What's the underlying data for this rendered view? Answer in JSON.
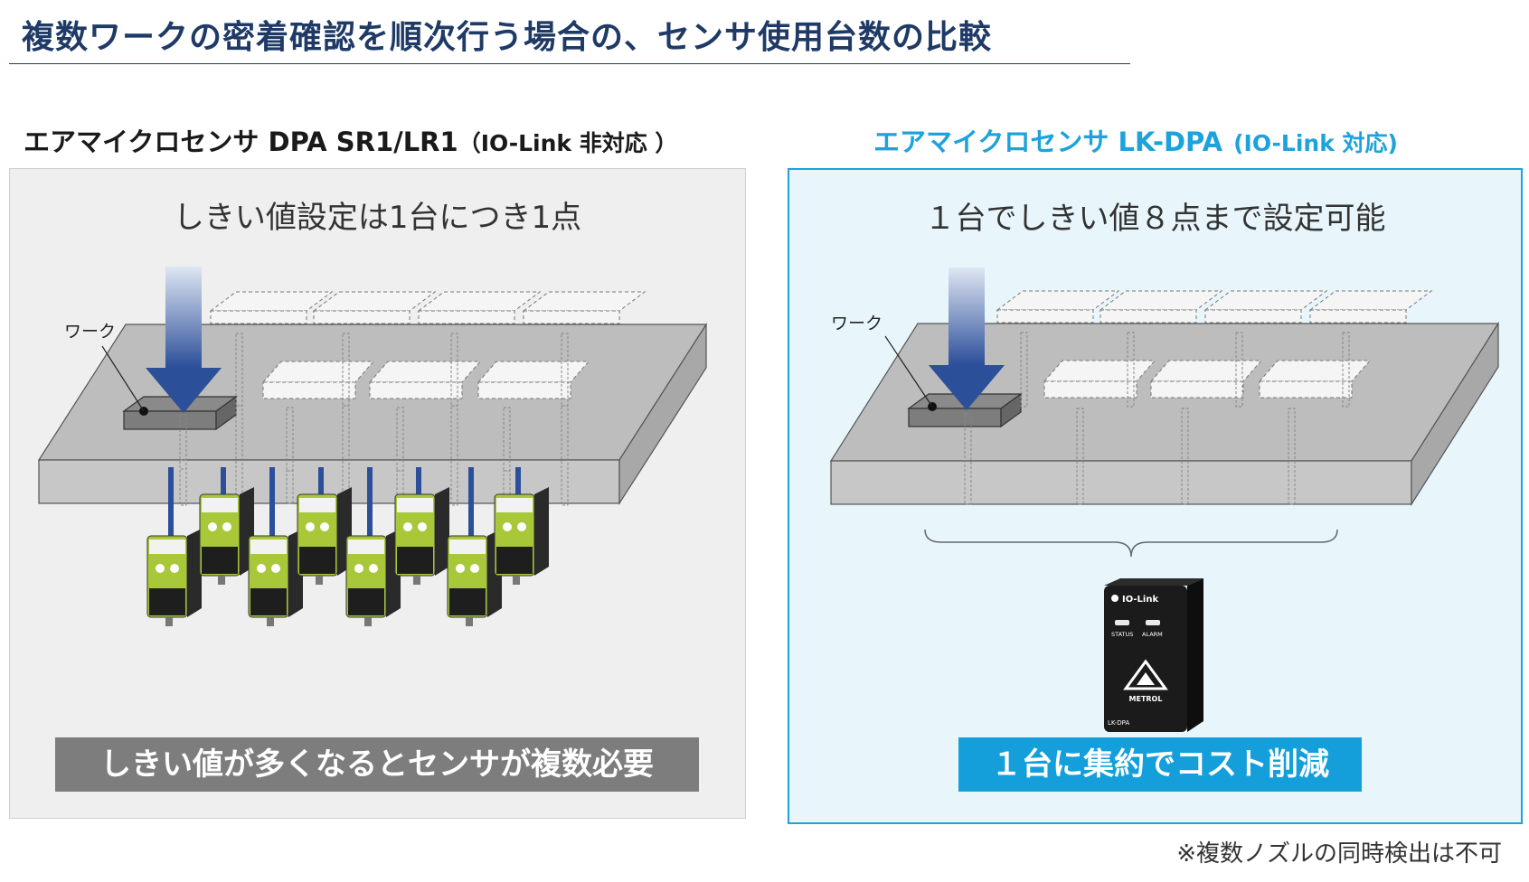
{
  "title": "複数ワークの密着確認を順次行う場合の、センサ使用台数の比較",
  "left": {
    "heading": "エアマイクロセンサ DPA SR1/LR1",
    "heading_sub": "（IO-Link 非対応 ）",
    "tagline": "しきい値設定は1台につき1点",
    "work_label": "ワーク",
    "banner": "しきい値が多くなるとセンサが複数必要",
    "sensor_count": 8
  },
  "right": {
    "heading": "エアマイクロセンサ LK-DPA",
    "heading_sub": "(IO-Link 対応)",
    "tagline": "１台でしきい値８点まで設定可能",
    "work_label": "ワーク",
    "device_logo": "IO-Link",
    "device_led1": "STATUS",
    "device_led2": "ALARM",
    "device_brand": "METROL",
    "device_model": "LK-DPA",
    "banner": "１台に集約でコスト削減"
  },
  "footnote": "※複数ノズルの同時検出は不可",
  "colors": {
    "title": "#1f3a66",
    "accent": "#1da2dc",
    "banner_gray": "#7d7d7d",
    "banner_blue": "#149fdb",
    "arrow": "#2c4f9a"
  }
}
